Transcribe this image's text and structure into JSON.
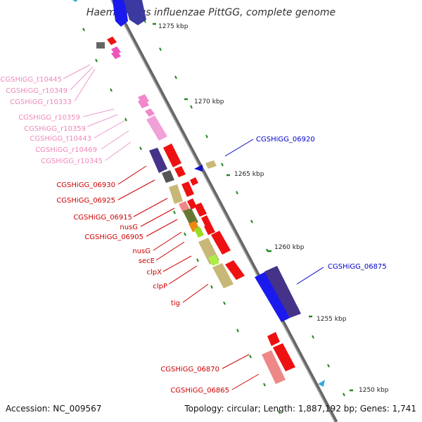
{
  "title": "Haemophilus influenzae PittGG, complete genome",
  "footer": {
    "accession": "Accession: NC_009567",
    "topology": "Topology: circular; Length: 1,887,192 bp; Genes: 1,741"
  },
  "colors": {
    "rna_label": "#ee88bb",
    "gene_label_left": "#cc0000",
    "gene_label_right": "#0000cc",
    "backbone": "#888888",
    "tick_green": "#228822"
  },
  "ticks": [
    {
      "label": "1275 kbp"
    },
    {
      "label": "1270 kbp"
    },
    {
      "label": "1265 kbp"
    },
    {
      "label": "1260 kbp"
    },
    {
      "label": "1255 kbp"
    },
    {
      "label": "1250 kbp"
    }
  ],
  "rna_labels": [
    {
      "text": "CGSHiGG_t10445"
    },
    {
      "text": "CGSHiGG_r10349"
    },
    {
      "text": "CGSHiGG_r10333"
    },
    {
      "text": "CGSHiGG_r10359"
    },
    {
      "text": "CGSHiGG_r10359"
    },
    {
      "text": "CGSHiGG_t10443"
    },
    {
      "text": "CGSHiGG_r10469"
    },
    {
      "text": "CGSHiGG_r10345"
    }
  ],
  "gene_labels_left": [
    {
      "text": "CGSHiGG_06930"
    },
    {
      "text": "CGSHiGG_06925"
    },
    {
      "text": "CGSHiGG_06915"
    },
    {
      "text": "nusG"
    },
    {
      "text": "CGSHiGG_06905"
    },
    {
      "text": "nusG"
    },
    {
      "text": "secE"
    },
    {
      "text": "clpX"
    },
    {
      "text": "clpP"
    },
    {
      "text": "tig"
    },
    {
      "text": "CGSHiGG_06870"
    },
    {
      "text": "CGSHiGG_06865"
    }
  ],
  "gene_labels_right": [
    {
      "text": "CGSHiGG_06920"
    },
    {
      "text": "CGSHiGG_06875"
    }
  ]
}
